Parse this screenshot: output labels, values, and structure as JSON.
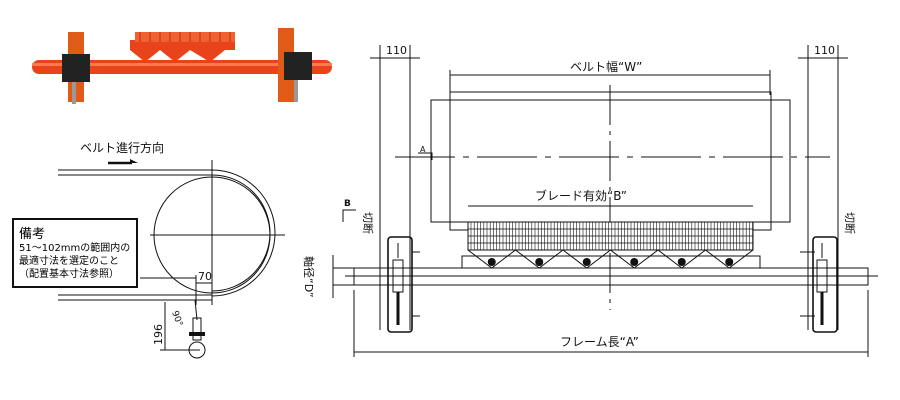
{
  "photo": {
    "colors": {
      "pipe": "#e8431a",
      "bracket": "#e05a18",
      "clamp": "#222222"
    }
  },
  "side_view": {
    "direction_label": "ベルト進行方向",
    "dim_70": "70",
    "dim_196": "196",
    "angle": "90°",
    "note": {
      "title": "備考",
      "lines": [
        "51～102mmの範囲内の",
        "最適寸法を選定のこと",
        "（配置基本寸法参照）"
      ]
    }
  },
  "front_view": {
    "dim_left": "110",
    "dim_right": "110",
    "belt_width": "ベルト幅“W”",
    "blade_effective": "ブレード有効“B”",
    "frame_length": "フレーム長“A”",
    "shaft_diameter": "軸径“D”",
    "cut_left": "切断",
    "cut_right": "切断",
    "section_a": "A",
    "section_b": "B"
  }
}
